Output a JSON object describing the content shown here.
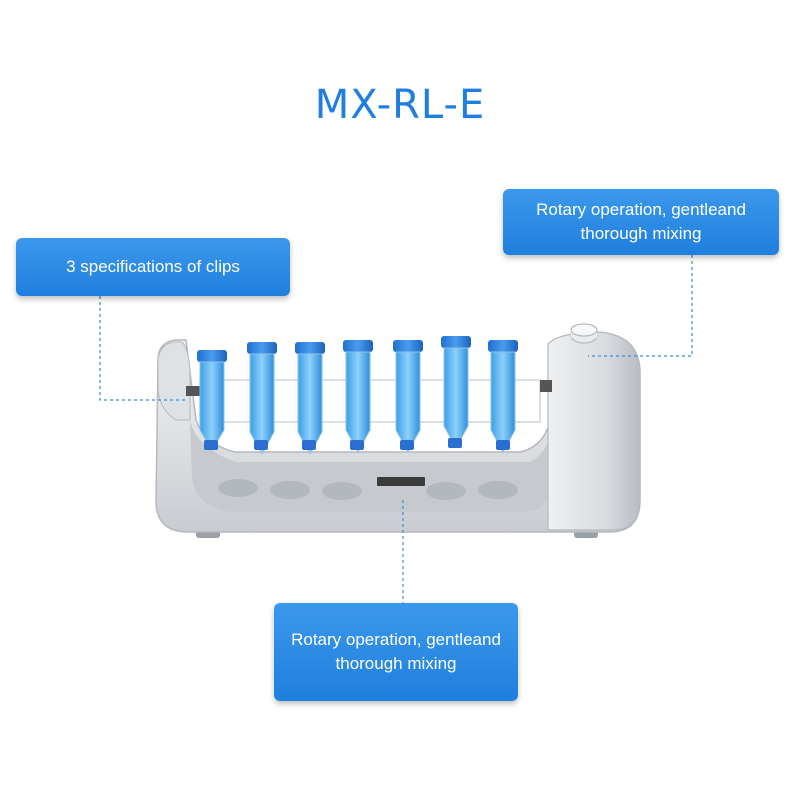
{
  "title": "MX-RL-E",
  "colors": {
    "accent": "#1f7fe0",
    "callout_bg": "#2a8ae6",
    "leader_line": "#3a8fe0"
  },
  "callouts": {
    "clips": "3 specifications of clips",
    "rotary_top": "Rotary operation, gentleand thorough mixing",
    "rotary_bottom": "Rotary operation, gentleand thorough mixing"
  },
  "product": {
    "tube_count": 7
  }
}
